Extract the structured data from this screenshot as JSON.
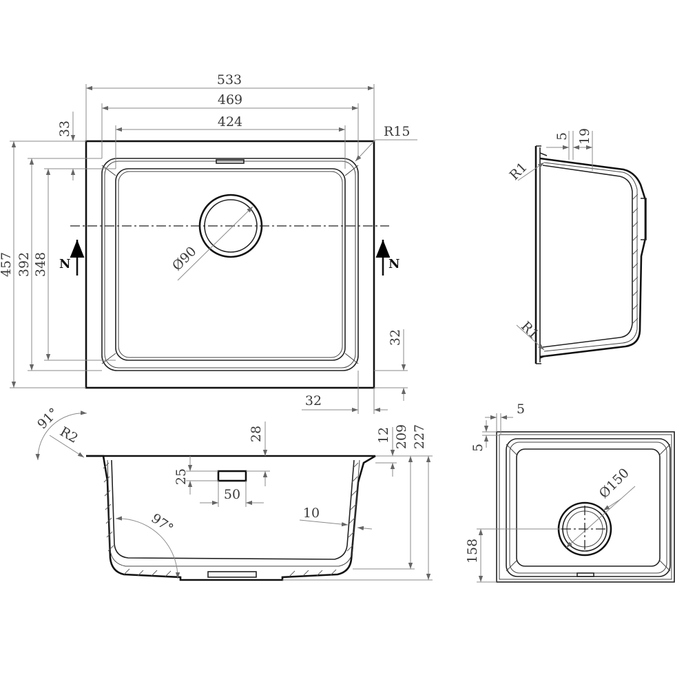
{
  "top_view": {
    "width_overall": "533",
    "width_bowl_top": "469",
    "width_bowl_bottom": "424",
    "flange_top": "33",
    "corner_radius": "R15",
    "height_overall": "457",
    "height_bowl_top": "392",
    "height_bowl_bottom": "348",
    "drain_diameter": "Ø90",
    "offset_right": "32",
    "offset_bottom": "32",
    "section_mark": "N"
  },
  "side_view": {
    "rim": "5",
    "depth_top": "19",
    "radius_top": "R1",
    "radius_bottom": "R1"
  },
  "front_section": {
    "angle_rim": "91°",
    "radius_rim": "R2",
    "overflow_offset": "28",
    "overflow_height": "25",
    "overflow_width": "50",
    "flange": "12",
    "depth_inner": "209",
    "depth_total": "227",
    "wall": "10",
    "angle_wall": "97°"
  },
  "bottom_view": {
    "edge_x": "5",
    "edge_y": "5",
    "drain_diameter": "Ø150",
    "drain_offset": "158"
  }
}
